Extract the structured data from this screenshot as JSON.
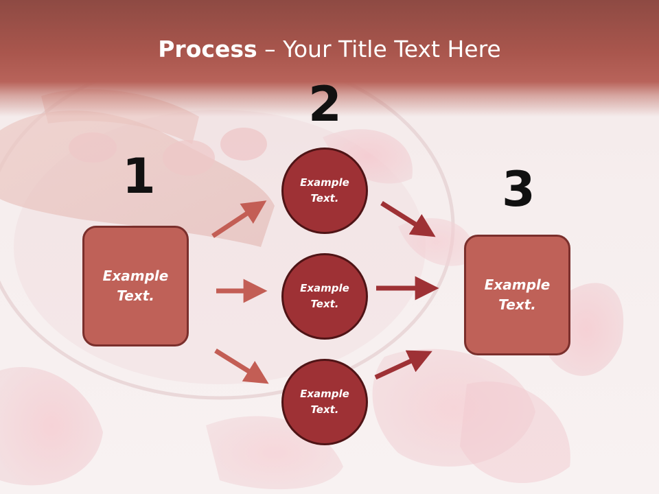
{
  "title": {
    "bold": "Process",
    "separator": " – ",
    "rest": "Your Title Text Here"
  },
  "steps": [
    {
      "number": "1",
      "box_text": "Example\nText."
    },
    {
      "number": "2",
      "circles": [
        "Example\nText.",
        "Example\nText.",
        "Example\nText."
      ]
    },
    {
      "number": "3",
      "box_text": "Example\nText."
    }
  ],
  "colors": {
    "title_bar": "#a9564d",
    "box_fill": "#bf6158",
    "circle_fill": "#9e3135",
    "arrow_left": "#c35e55",
    "arrow_right": "#9e3135"
  }
}
